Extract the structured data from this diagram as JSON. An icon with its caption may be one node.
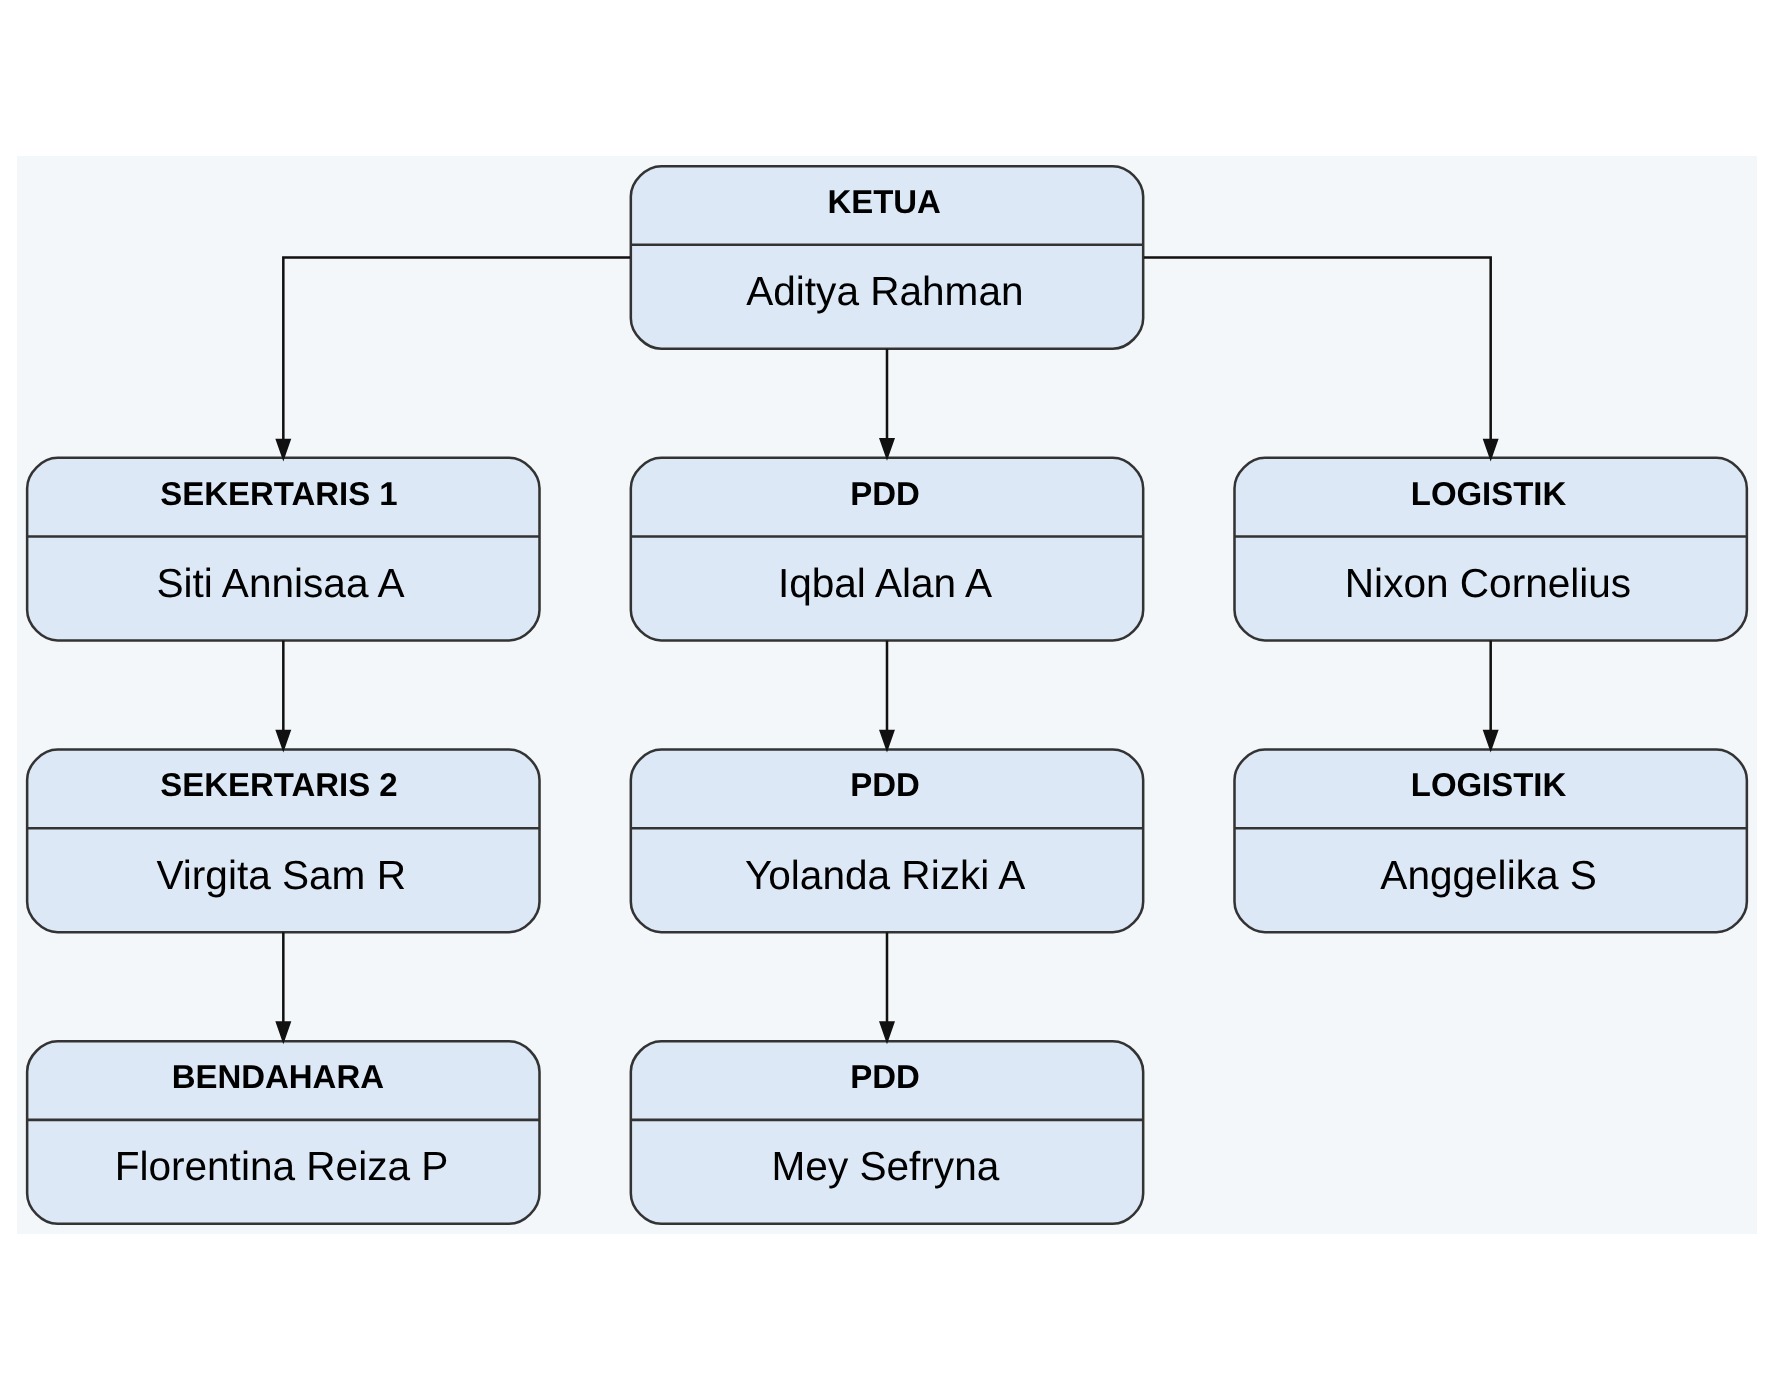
{
  "diagram": {
    "nodes": [
      {
        "text": [
          "KETUA",
          "Aditya Rahman"
        ]
      },
      {
        "text": [
          "SEKERTARIS 1",
          "Siti Annisaa A"
        ]
      },
      {
        "text": [
          "PDD",
          "Iqbal Alan A"
        ]
      },
      {
        "text": [
          "LOGISTIK",
          "Nixon Cornelius"
        ]
      },
      {
        "text": [
          "SEKERTARIS 2",
          "Virgita Sam R"
        ]
      },
      {
        "text": [
          "PDD",
          "Yolanda Rizki A"
        ]
      },
      {
        "text": [
          "LOGISTIK",
          "Anggelika S"
        ]
      },
      {
        "text": [
          "BENDAHARA",
          "Florentina Reiza P"
        ]
      },
      {
        "text": [
          "PDD",
          "Mey Sefryna"
        ]
      }
    ],
    "edges": [
      {
        "from": 0,
        "to": 1,
        "arrow": "to"
      },
      {
        "from": 0,
        "to": 2,
        "arrow": "to"
      },
      {
        "from": 0,
        "to": 3,
        "arrow": "to"
      },
      {
        "from": 1,
        "to": 4,
        "arrow": "to"
      },
      {
        "from": 2,
        "to": 5,
        "arrow": "to"
      },
      {
        "from": 3,
        "to": 6,
        "arrow": "to"
      },
      {
        "from": 4,
        "to": 7,
        "arrow": "to"
      },
      {
        "from": 5,
        "to": 8,
        "arrow": "to"
      }
    ]
  }
}
